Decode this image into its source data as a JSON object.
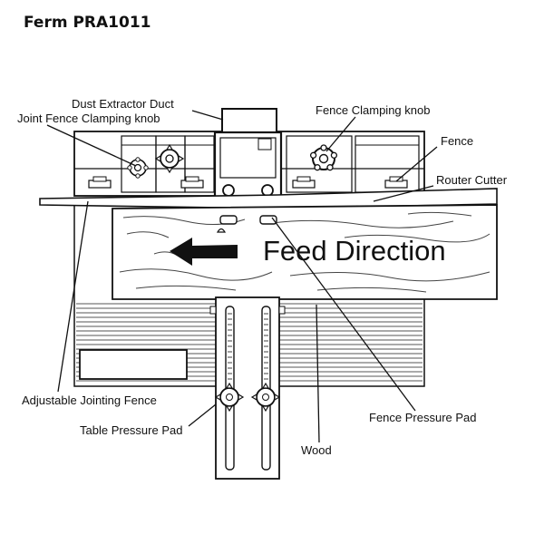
{
  "title": "Ferm PRA1011",
  "feed_text": "Feed Direction",
  "labels": {
    "dust_extractor_duct": "Dust Extractor Duct",
    "joint_fence_clamping_knob": "Joint Fence Clamping knob",
    "fence_clamping_knob": "Fence Clamping knob",
    "fence": "Fence",
    "router_cutter": "Router Cutter",
    "adjustable_jointing_fence": "Adjustable Jointing Fence",
    "table_pressure_pad": "Table Pressure Pad",
    "wood": "Wood",
    "fence_pressure_pad": "Fence Pressure Pad"
  }
}
